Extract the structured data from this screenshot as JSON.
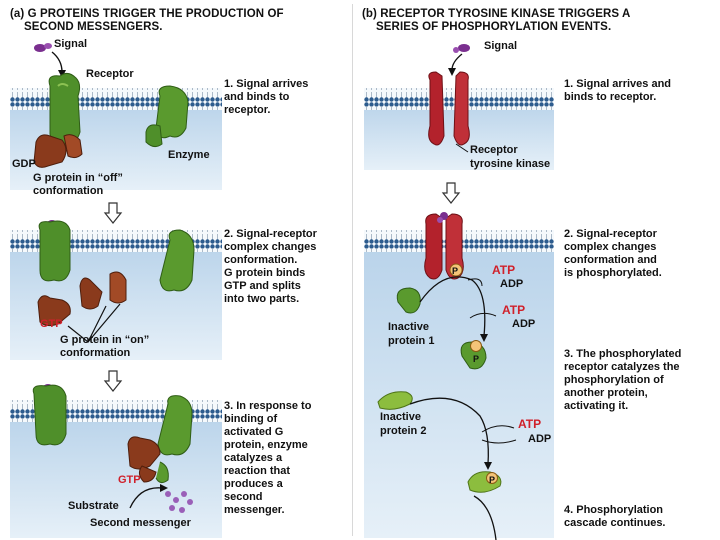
{
  "panel_a": {
    "letter": "(a)",
    "title_line1": "G PROTEINS TRIGGER THE PRODUCTION OF",
    "title_line2": "SECOND MESSENGERS.",
    "labels": {
      "signal": "Signal",
      "receptor": "Receptor",
      "gdp": "GDP",
      "g_protein_off_1": "G protein in “off”",
      "g_protein_off_2": "conformation",
      "enzyme": "Enzyme",
      "gtp_1": "GTP",
      "g_protein_on_1": "G protein in “on”",
      "g_protein_on_2": "conformation",
      "gtp_2": "GTP",
      "substrate": "Substrate",
      "second_messenger": "Second messenger"
    },
    "steps": [
      {
        "num": "1.",
        "lines": [
          "Signal arrives",
          "and binds to",
          "receptor."
        ]
      },
      {
        "num": "2.",
        "lines": [
          "Signal-receptor",
          "complex changes",
          "conformation.",
          "G protein binds",
          "GTP and splits",
          "into two parts."
        ]
      },
      {
        "num": "3.",
        "lines": [
          "In response to",
          "binding of",
          "activated G",
          "protein, enzyme",
          "catalyzes a",
          "reaction that",
          "produces a",
          "second",
          "messenger."
        ]
      }
    ]
  },
  "panel_b": {
    "letter": "(b)",
    "title_line1": "RECEPTOR TYROSINE KINASE TRIGGERS A",
    "title_line2": "SERIES OF PHOSPHORYLATION EVENTS.",
    "labels": {
      "signal": "Signal",
      "rtk_1": "Receptor",
      "rtk_2": "tyrosine kinase",
      "p": "P",
      "atp_1": "ATP",
      "adp_1": "ADP",
      "atp_2": "ATP",
      "adp_2": "ADP",
      "inactive_1a": "Inactive",
      "inactive_1b": "protein 1",
      "inactive_2a": "Inactive",
      "inactive_2b": "protein 2",
      "atp_3": "ATP",
      "adp_3": "ADP"
    },
    "steps": [
      {
        "num": "1.",
        "lines": [
          "Signal arrives and",
          "binds to receptor."
        ]
      },
      {
        "num": "2.",
        "lines": [
          "Signal-receptor",
          "complex changes",
          "conformation and",
          "is phosphorylated."
        ]
      },
      {
        "num": "3.",
        "lines": [
          "The phosphorylated",
          "receptor catalyzes the",
          "phosphorylation of",
          "another protein,",
          "activating it."
        ]
      },
      {
        "num": "4.",
        "lines": [
          "Phosphorylation",
          "cascade continues."
        ]
      }
    ]
  },
  "colors": {
    "receptor_green": "#4f8f2a",
    "g_protein_brown": "#8a3a1c",
    "rtk_red": "#b3222c",
    "membrane_blue": "#9fbfdc",
    "atp_red": "#d0202a",
    "signal_purple": "#7a2f8f"
  }
}
